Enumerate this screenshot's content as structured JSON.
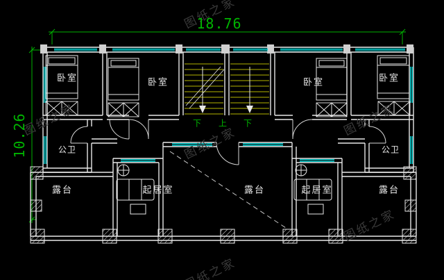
{
  "plan": {
    "dimensions": {
      "width_label": "18.76",
      "height_label": "10.26"
    },
    "rooms": [
      {
        "label": "卧室"
      },
      {
        "label": "卧室"
      },
      {
        "label": "卧室"
      },
      {
        "label": "卧室"
      },
      {
        "label": "公卫"
      },
      {
        "label": "公卫"
      },
      {
        "label": "露台"
      },
      {
        "label": "起居室"
      },
      {
        "label": "露台"
      },
      {
        "label": "起居室"
      },
      {
        "label": "露台"
      }
    ],
    "stairs": {
      "labels": [
        "下",
        "上",
        "下"
      ]
    },
    "watermark": {
      "text": "图纸之家"
    },
    "colors": {
      "background": "#000000",
      "walls": "#e8e8e8",
      "windows": "#00c8c8",
      "dimension_text": "#00b400",
      "stair_treads": "#b4b400",
      "watermark": "#3a3a3a"
    }
  }
}
